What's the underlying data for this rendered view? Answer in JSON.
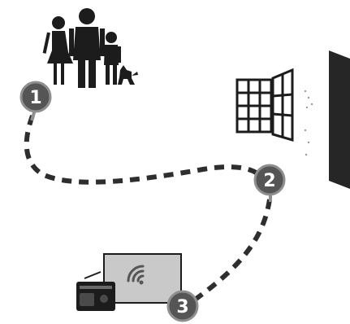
{
  "colors": {
    "background": "#ffffff",
    "path_dash": "#2e2e2e",
    "marker_fill": "#555555",
    "marker_stroke": "#8f8f8f",
    "marker_text": "#ffffff",
    "figure_fill": "#1c1c1c",
    "wall_fill": "#262626",
    "tv_fill": "#c9c9c9"
  },
  "markers": [
    {
      "id": "marker-1",
      "label": "1"
    },
    {
      "id": "marker-2",
      "label": "2"
    },
    {
      "id": "marker-3",
      "label": "3"
    }
  ],
  "icons": {
    "family": "family-with-dog-icon",
    "window": "window-icon",
    "wall": "wall-icon",
    "radio": "radio-icon",
    "tv": "television-wifi-icon"
  }
}
